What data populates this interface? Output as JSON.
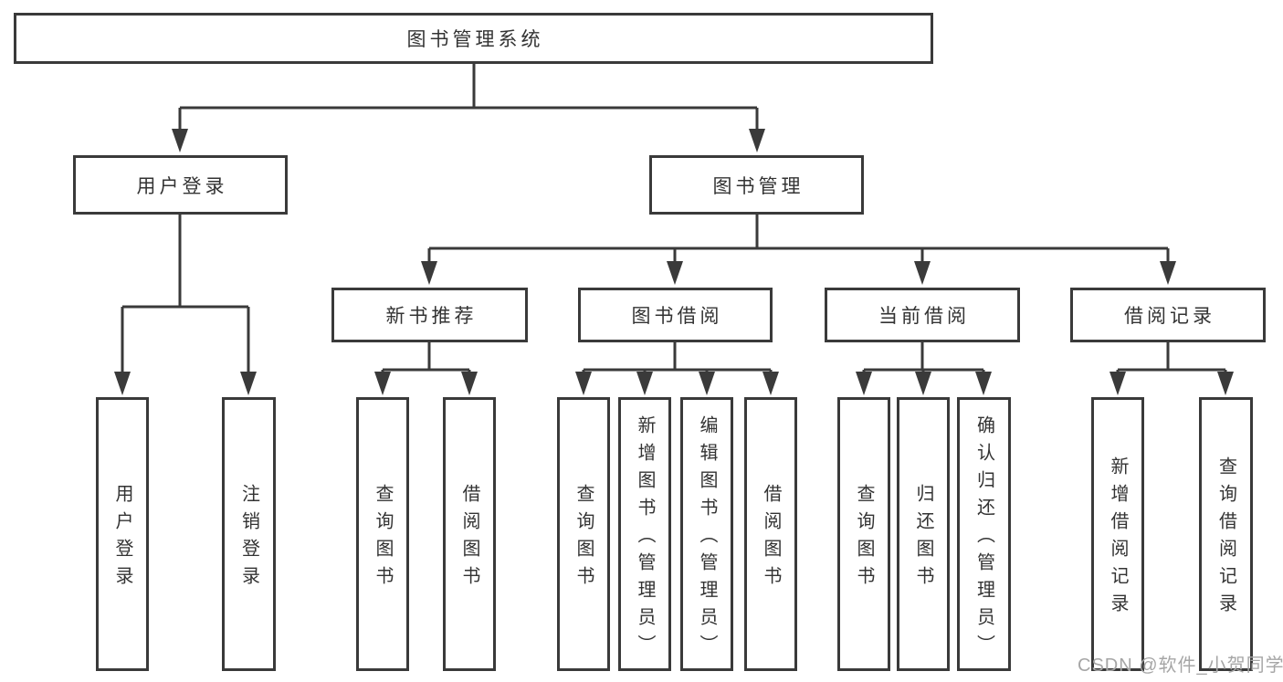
{
  "diagram": {
    "root": {
      "label": "图书管理系统"
    },
    "level2": [
      {
        "id": "user-login",
        "label": "用户登录"
      },
      {
        "id": "book-management",
        "label": "图书管理"
      }
    ],
    "level3": [
      {
        "id": "new-book-recommendation",
        "label": "新书推荐"
      },
      {
        "id": "book-borrowing",
        "label": "图书借阅"
      },
      {
        "id": "current-borrowing",
        "label": "当前借阅"
      },
      {
        "id": "borrowing-records",
        "label": "借阅记录"
      }
    ],
    "leaves": [
      {
        "id": "user-login",
        "parent": "用户登录",
        "label": "用户登录"
      },
      {
        "id": "logout",
        "parent": "用户登录",
        "label": "注销登录"
      },
      {
        "id": "query-books-recommend",
        "parent": "新书推荐",
        "label": "查询图书"
      },
      {
        "id": "borrow-books-recommend",
        "parent": "新书推荐",
        "label": "借阅图书"
      },
      {
        "id": "query-books-borrow",
        "parent": "图书借阅",
        "label": "查询图书"
      },
      {
        "id": "add-book-admin",
        "parent": "图书借阅",
        "label": "新增图书（管理员）"
      },
      {
        "id": "edit-book-admin",
        "parent": "图书借阅",
        "label": "编辑图书（管理员）"
      },
      {
        "id": "borrow-books-borrow",
        "parent": "图书借阅",
        "label": "借阅图书"
      },
      {
        "id": "query-books-current",
        "parent": "当前借阅",
        "label": "查询图书"
      },
      {
        "id": "return-book",
        "parent": "当前借阅",
        "label": "归还图书"
      },
      {
        "id": "confirm-return-admin",
        "parent": "当前借阅",
        "label": "确认归还（管理员）"
      },
      {
        "id": "add-borrow-record",
        "parent": "借阅记录",
        "label": "新增借阅记录"
      },
      {
        "id": "query-borrow-record",
        "parent": "借阅记录",
        "label": "查询借阅记录"
      }
    ],
    "watermark": "CSDN @软件_小贺同学",
    "colors": {
      "stroke": "#3a3a3a",
      "text": "#333333",
      "watermark": "#a6a6a6",
      "background": "#ffffff"
    }
  }
}
